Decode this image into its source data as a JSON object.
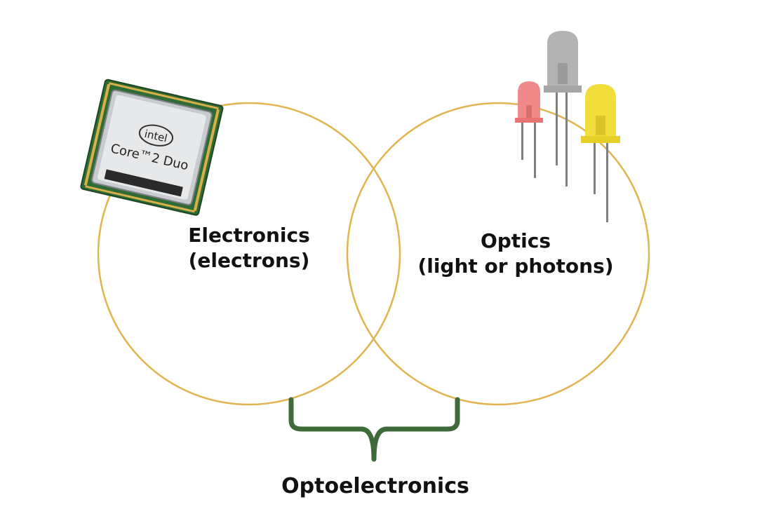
{
  "diagram": {
    "left_circle": {
      "title": "Electronics",
      "subtitle": "(electrons)"
    },
    "right_circle": {
      "title": "Optics",
      "subtitle": "(light or photons)"
    },
    "intersection_label": "Optoelectronics"
  },
  "chip": {
    "brand": "intel",
    "model": "Core™2 Duo"
  },
  "leds": [
    {
      "color": "red"
    },
    {
      "color": "gray"
    },
    {
      "color": "yellow"
    }
  ],
  "colors": {
    "circle_stroke": "#e0b450",
    "brace": "#3f6b3a",
    "text": "#111111",
    "led_red": "#f08a8a",
    "led_gray": "#b3b3b3",
    "led_yellow": "#f1de3a"
  }
}
